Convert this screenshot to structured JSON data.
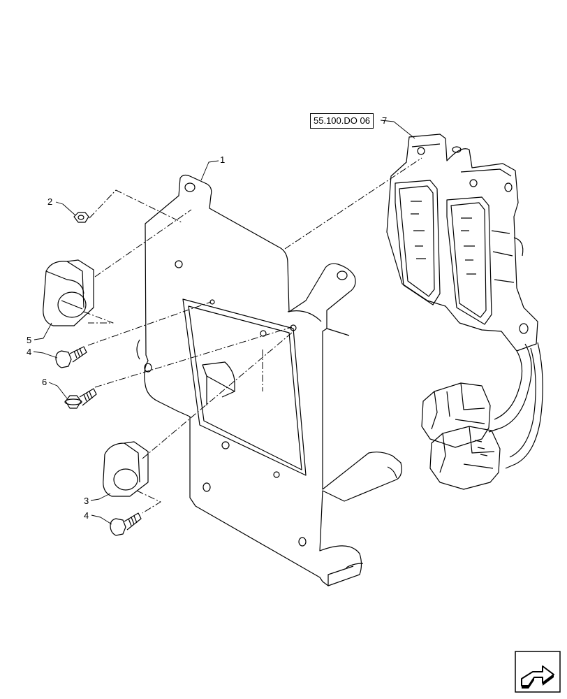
{
  "reference": {
    "text": "55.100.DO 06"
  },
  "callouts": [
    {
      "id": "1",
      "label": "1"
    },
    {
      "id": "2",
      "label": "2"
    },
    {
      "id": "3",
      "label": "3"
    },
    {
      "id": "4a",
      "label": "4"
    },
    {
      "id": "4b",
      "label": "4"
    },
    {
      "id": "5",
      "label": "5"
    },
    {
      "id": "6",
      "label": "6"
    },
    {
      "id": "7",
      "label": "7"
    }
  ],
  "navigation": {
    "icon": "forward-arrow-icon"
  },
  "colors": {
    "line": "#000000",
    "fill": "#ffffff",
    "shade": "#444444"
  }
}
